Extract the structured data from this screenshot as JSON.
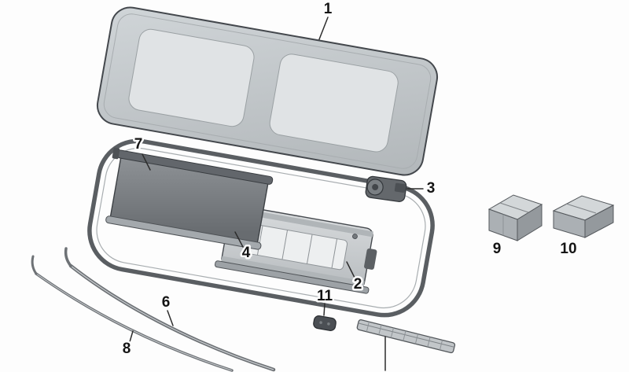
{
  "palette": {
    "background": "#fdfdfd",
    "outline": "#44484d",
    "glass_light": "#d0d5d8",
    "glass_dark": "#b3b8bb",
    "glass_panel": "#e0e3e5",
    "seal": "#5a5e62",
    "blind_light": "#8e9296",
    "blind_dark": "#686c70",
    "mech_light": "#d8dbdd",
    "mech_dark": "#bdc1c4",
    "metal_dark": "#64686c",
    "box_top": "#d3d7d9",
    "box_front": "#abb0b4",
    "box_side": "#94999d",
    "label_color": "#141414",
    "leader_color": "#2d2d2d"
  },
  "callouts": [
    {
      "label": "1",
      "name": "glass-panel"
    },
    {
      "label": "2",
      "name": "mechanism-assembly"
    },
    {
      "label": "3",
      "name": "drive-motor"
    },
    {
      "label": "4",
      "name": "roller-blind"
    },
    {
      "label": "6",
      "name": "strip-part-6"
    },
    {
      "label": "7",
      "name": "roof-frame-seal"
    },
    {
      "label": "8",
      "name": "strip-part-8"
    },
    {
      "label": "9",
      "name": "parts-box-9"
    },
    {
      "label": "10",
      "name": "parts-box-10"
    },
    {
      "label": "11",
      "name": "small-clamp"
    }
  ]
}
